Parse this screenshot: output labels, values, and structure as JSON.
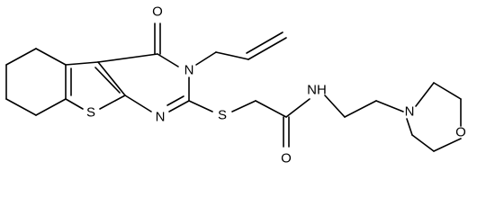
{
  "molecule": {
    "atom_labels": {
      "oxo_oxygen": "O",
      "ring_nitrogen_allyl": "N",
      "ring_nitrogen_imine": "N",
      "thiophene_sulfur": "S",
      "thioether_sulfur": "S",
      "amide_oxygen": "O",
      "amide_nitrogen_h": "NH",
      "morpholine_nitrogen": "N",
      "morpholine_oxygen": "O"
    }
  }
}
